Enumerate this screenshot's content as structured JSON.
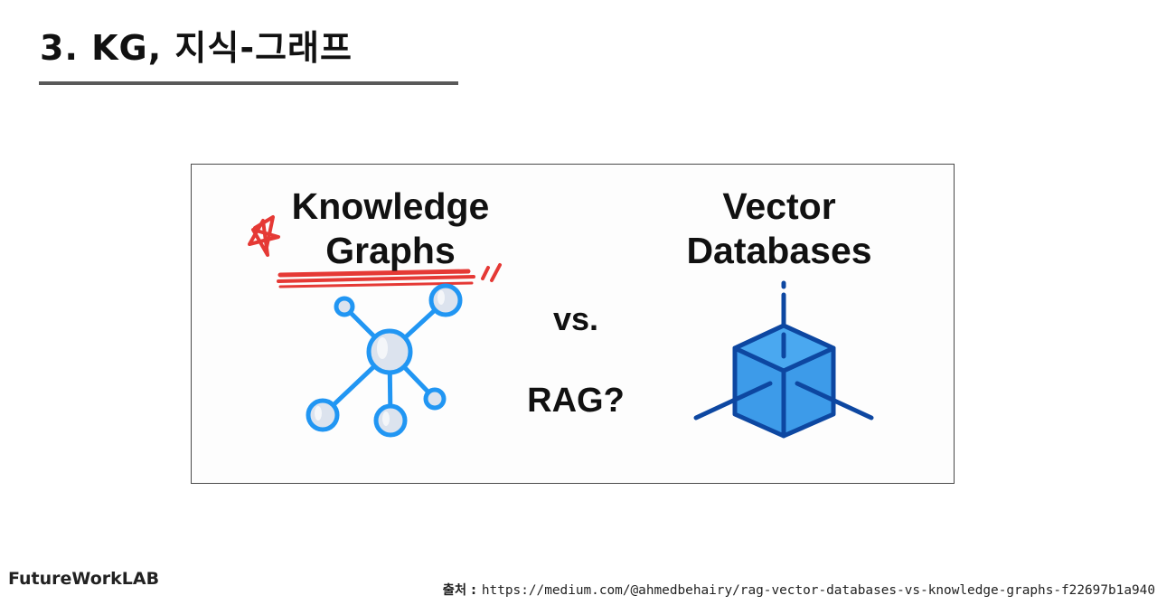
{
  "slide": {
    "title": "3. KG, 지식-그래프"
  },
  "figure": {
    "left_title_line1": "Knowledge",
    "left_title_line2": "Graphs",
    "right_title_line1": "Vector",
    "right_title_line2": "Databases",
    "middle_vs": "vs.",
    "middle_question": "RAG?",
    "icons": [
      "star-scribble-icon",
      "knowledge-graph-icon",
      "vector-cube-icon"
    ],
    "colors": {
      "kg_blue": "#2196f3",
      "cube_blue": "#3d9be9",
      "cube_dark": "#0d47a1",
      "marker_red": "#e53935",
      "node_fill": "#dce3ee"
    }
  },
  "footer": {
    "brand": "FutureWorkLAB",
    "source_label": "출처 :",
    "source_url": "https://medium.com/@ahmedbehairy/rag-vector-databases-vs-knowledge-graphs-f22697b1a940"
  }
}
